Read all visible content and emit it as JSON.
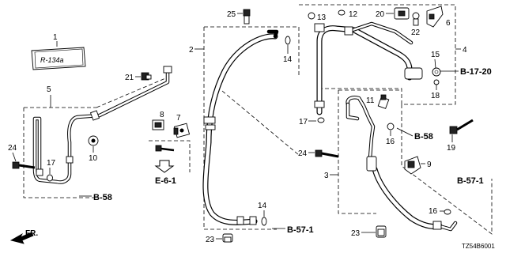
{
  "diagram": {
    "code": "TZ54B6001",
    "label_text": "R-134a",
    "direction_label": "FR.",
    "callouts": {
      "c1": "1",
      "c2": "2",
      "c3": "3",
      "c4": "4",
      "c5": "5",
      "c6": "6",
      "c7": "7",
      "c8": "8",
      "c9": "9",
      "c10": "10",
      "c11": "11",
      "c12": "12",
      "c13": "13",
      "c14a": "14",
      "c14b": "14",
      "c15": "15",
      "c16a": "16",
      "c16b": "16",
      "c17a": "17",
      "c17b": "17",
      "c18": "18",
      "c19": "19",
      "c20": "20",
      "c21": "21",
      "c22": "22",
      "c23a": "23",
      "c23b": "23",
      "c24a": "24",
      "c24b": "24",
      "c25": "25"
    },
    "refs": {
      "b58a": "B-58",
      "b58b": "B-58",
      "b571a": "B-57-1",
      "b571b": "B-57-1",
      "b1720": "B-17-20",
      "e61": "E-6-1"
    }
  }
}
